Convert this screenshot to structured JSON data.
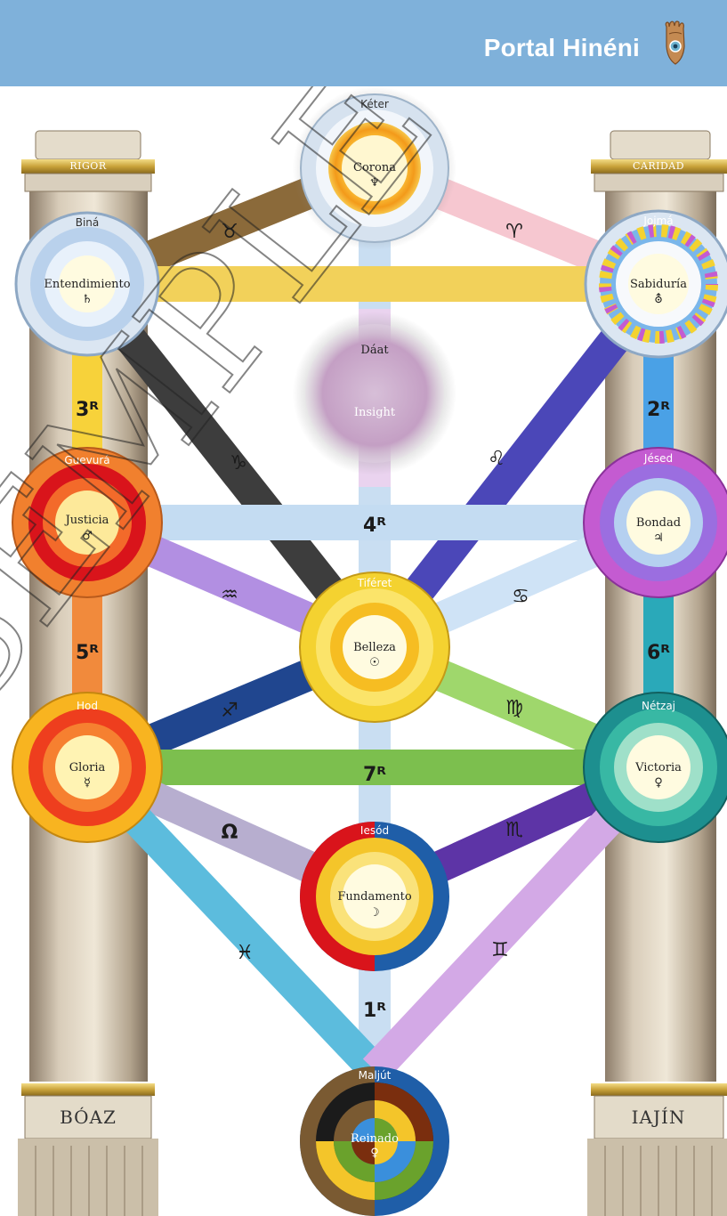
{
  "header": {
    "brand": "Portal Hinéni",
    "logo_icon": "hamsa-icon",
    "bar_color": "#7fb1da"
  },
  "pillars": {
    "left": {
      "cap": "RIGOR",
      "base": "BÓAZ"
    },
    "right": {
      "cap": "CARIDAD",
      "base": "IAJÍN"
    }
  },
  "watermark": "SEMPLE",
  "sefirot": {
    "keter": {
      "title": "Kéter",
      "name": "Corona",
      "symbol": "♆"
    },
    "bina": {
      "title": "Biná",
      "name": "Entendimiento",
      "symbol": "♄"
    },
    "jojma": {
      "title": "Jojmá",
      "name": "Sabiduría",
      "symbol": "⛢"
    },
    "daat": {
      "title": "Dáat",
      "name": "Insight"
    },
    "guevura": {
      "title": "Guevurá",
      "name": "Justicia",
      "symbol": "♂"
    },
    "jesed": {
      "title": "Jésed",
      "name": "Bondad",
      "symbol": "♃"
    },
    "tiferet": {
      "title": "Tiféret",
      "name": "Belleza",
      "symbol": "☉"
    },
    "hod": {
      "title": "Hod",
      "name": "Gloria",
      "symbol": "☿"
    },
    "netzaj": {
      "title": "Nétzaj",
      "name": "Victoria",
      "symbol": "♀"
    },
    "yesod": {
      "title": "Iesód",
      "name": "Fundamento",
      "symbol": "☽"
    },
    "maljut": {
      "title": "Maljút",
      "name": "Reinado",
      "symbol": "♀"
    }
  },
  "paths": {
    "keter_bina": "♉",
    "keter_jojma": "♈",
    "bina_tiferet": "♑",
    "jojma_tiferet": "♌",
    "guevura_tiferet": "♒",
    "jesed_tiferet": "♋",
    "hod_tiferet": "♐",
    "netzaj_tiferet": "♍",
    "hod_yesod": "Ω",
    "netzaj_yesod": "♏",
    "hod_maljut": "♓",
    "netzaj_maljut": "♊",
    "bina_guevura": "3ᴿ",
    "jojma_jesed": "2ᴿ",
    "guevura_jesed": "4ᴿ",
    "guevura_hod": "5ᴿ",
    "jesed_netzaj": "6ᴿ",
    "hod_netzaj": "7ᴿ",
    "yesod_maljut": "1ᴿ"
  }
}
